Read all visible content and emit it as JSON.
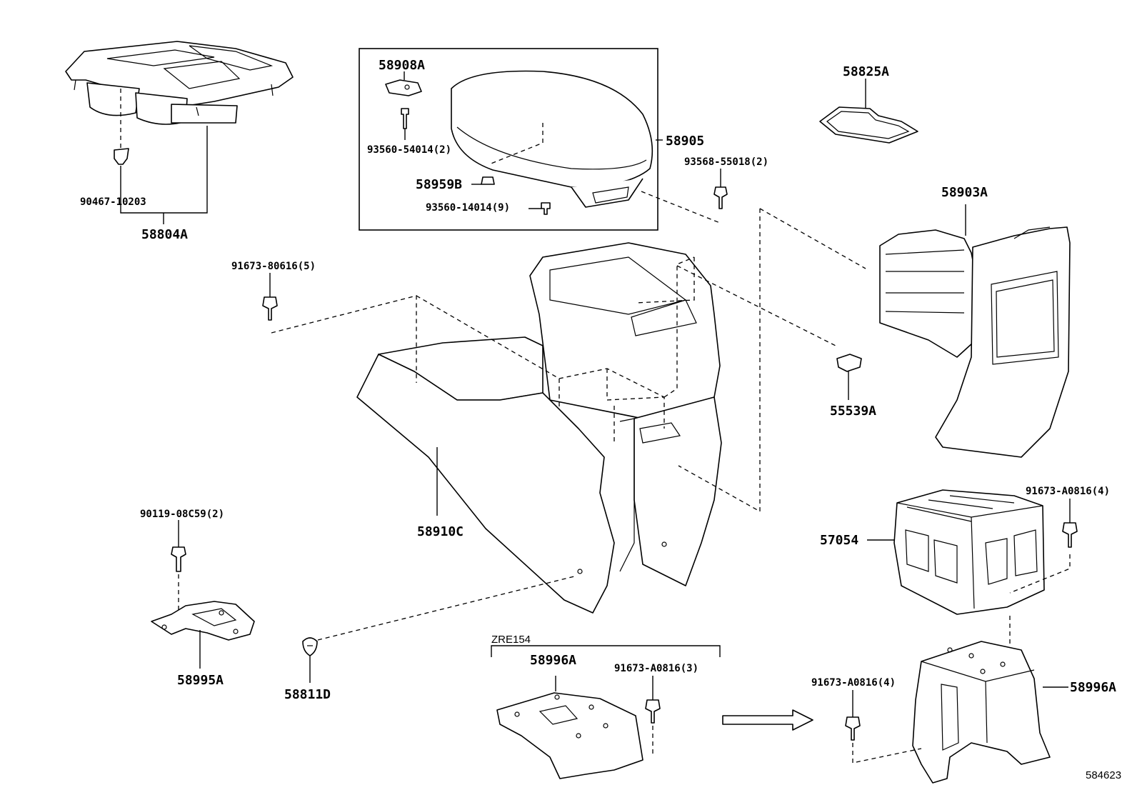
{
  "labels": {
    "p58908A": "58908A",
    "p93560_54014": "93560-54014(2)",
    "p58959B": "58959B",
    "p93560_14014": "93560-14014(9)",
    "p58905": "58905",
    "p58825A": "58825A",
    "p93568_55018": "93568-55018(2)",
    "p58903A": "58903A",
    "p90467_10203": "90467-10203",
    "p58804A": "58804A",
    "p91673_80616": "91673-80616(5)",
    "p55539A": "55539A",
    "p58910C": "58910C",
    "p91673_A0816_4_right": "91673-A0816(4)",
    "p57054": "57054",
    "p90119_08C59": "90119-08C59(2)",
    "p58995A": "58995A",
    "p58811D": "58811D",
    "zre154": "ZRE154",
    "p58996A_left": "58996A",
    "p91673_A0816_3": "91673-A0816(3)",
    "p91673_A0816_4_bottom": "91673-A0816(4)",
    "p58996A_right": "58996A",
    "diagram_ref": "584623"
  }
}
